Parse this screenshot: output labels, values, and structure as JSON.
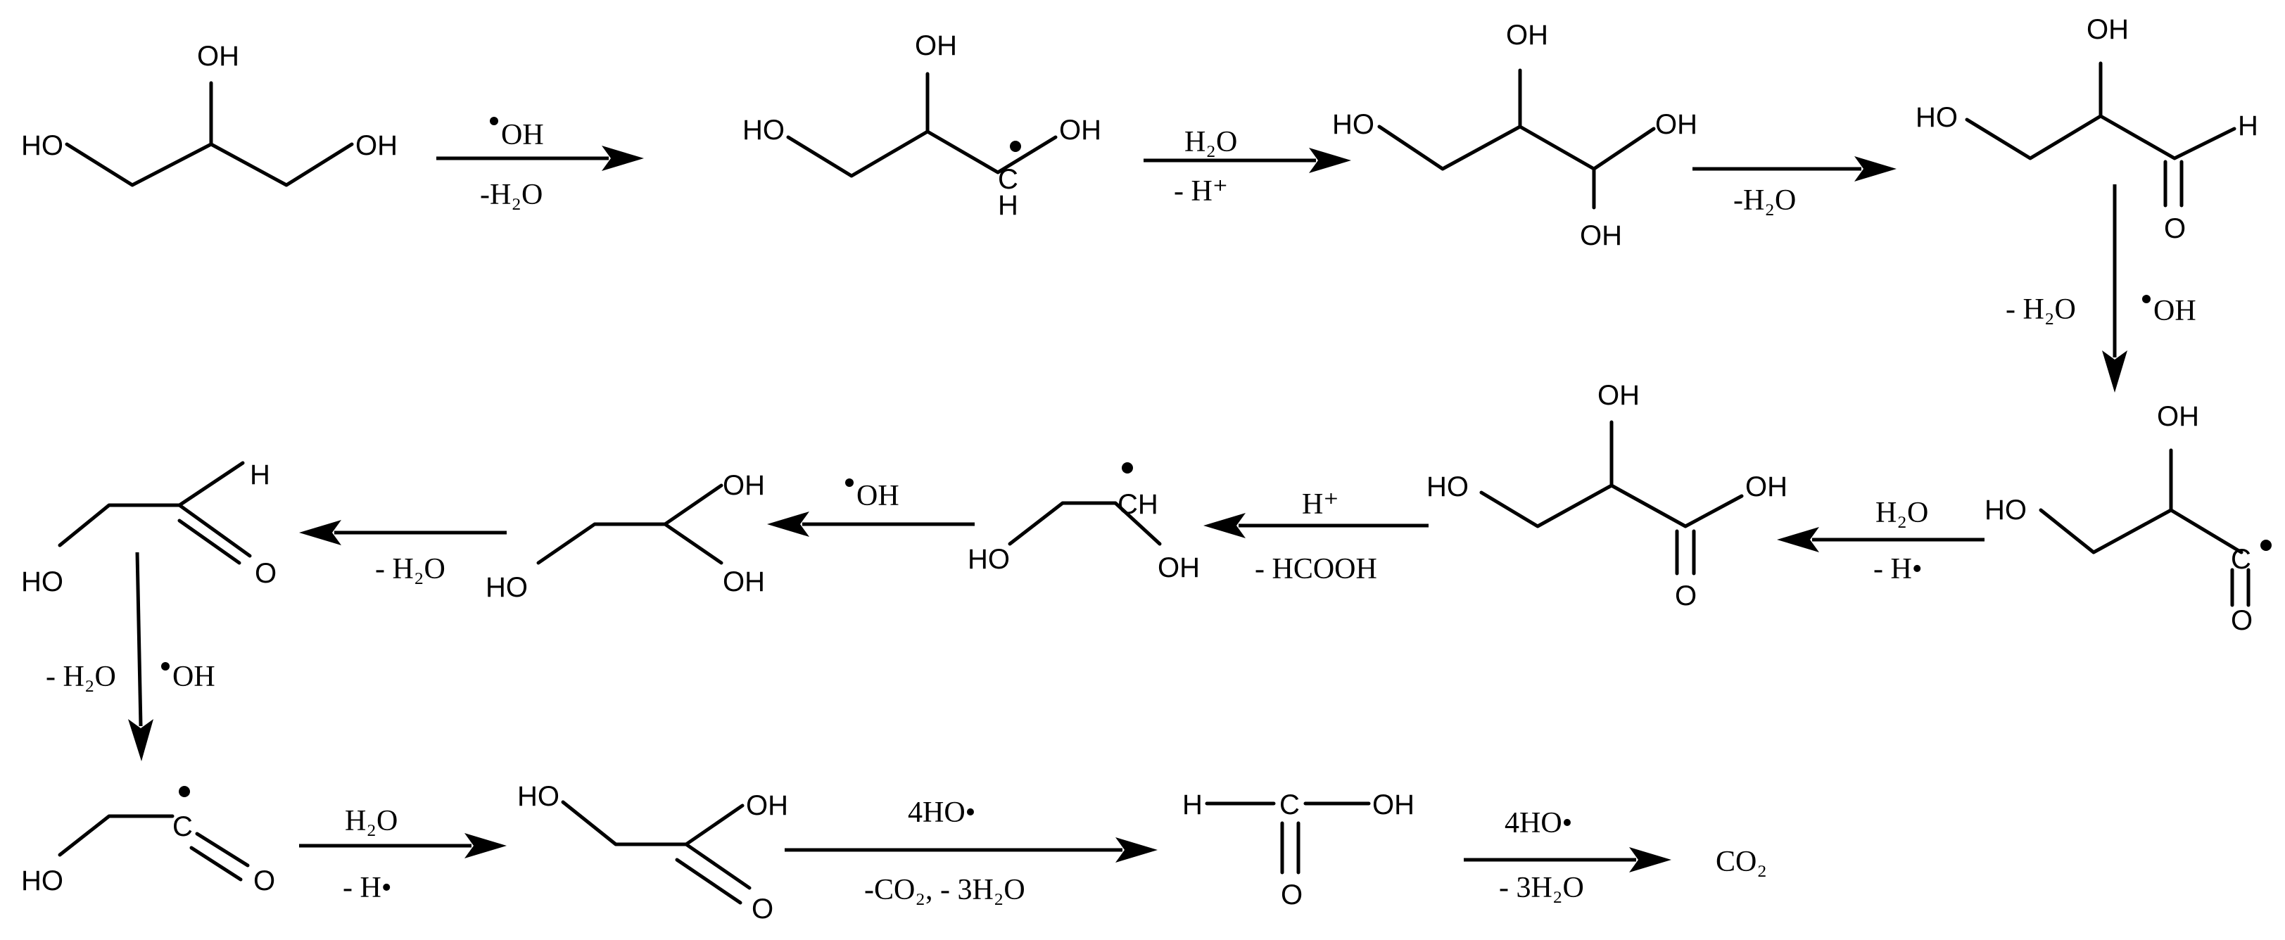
{
  "atoms": {
    "oh": "OH",
    "ho": "HO",
    "h": "H",
    "o": "O",
    "c": "C",
    "ch": "CH"
  },
  "reagents": {
    "oh_radical": "OH",
    "minus_h2o_tight": "-H₂O",
    "minus_h2o_spaced": "- H₂O",
    "h2o": "H₂O",
    "minus_h_plus": "- H⁺",
    "minus_h_radical": "- H•",
    "h_plus": "H⁺",
    "minus_hcooh": "- HCOOH",
    "four_ho_radical": "4HO•",
    "minus_co2_3h2o": "-CO₂, - 3H₂O",
    "minus_3h2o": "- 3H₂O",
    "co2": "CO₂"
  }
}
